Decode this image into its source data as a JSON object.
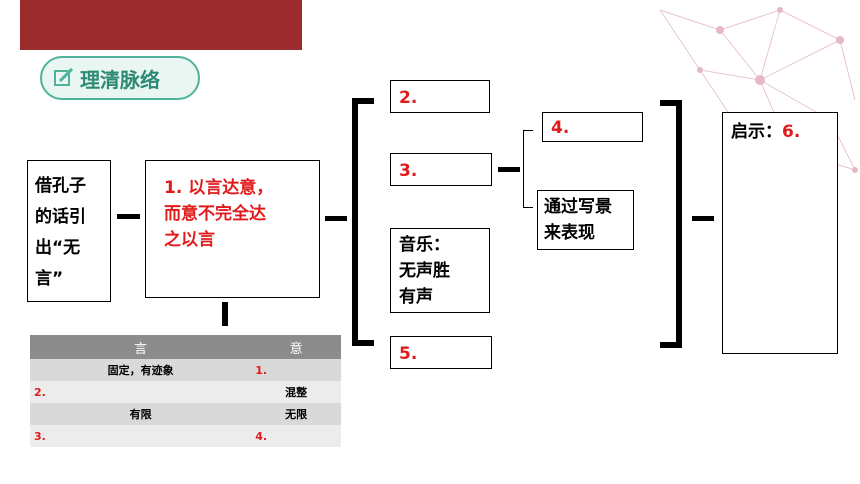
{
  "heading": {
    "title": "理清脉络"
  },
  "left_box": {
    "text": [
      "借孔子",
      "的话引",
      "出“无",
      "言”"
    ]
  },
  "mid_box": {
    "text": [
      "1. 以言达意，",
      "而意不完全达",
      "之以言"
    ]
  },
  "branch": {
    "b2": "2.",
    "b3": "3.",
    "music": [
      "音乐：",
      "无声胜",
      "有声"
    ],
    "b5": "5.",
    "b4": "4.",
    "scene": [
      "通过写景",
      "来表现"
    ]
  },
  "insight": {
    "label": "启示：",
    "num": "6."
  },
  "table": {
    "headers": [
      "言",
      "意"
    ],
    "rows": [
      [
        "固定，有迹象",
        "1."
      ],
      [
        "2.",
        "混整"
      ],
      [
        "有限",
        "无限"
      ],
      [
        "3.",
        "4."
      ]
    ]
  },
  "colors": {
    "banner": "#9c2b2e",
    "accent_red": "#e01b1b",
    "heading_green": "#4fb39b"
  }
}
